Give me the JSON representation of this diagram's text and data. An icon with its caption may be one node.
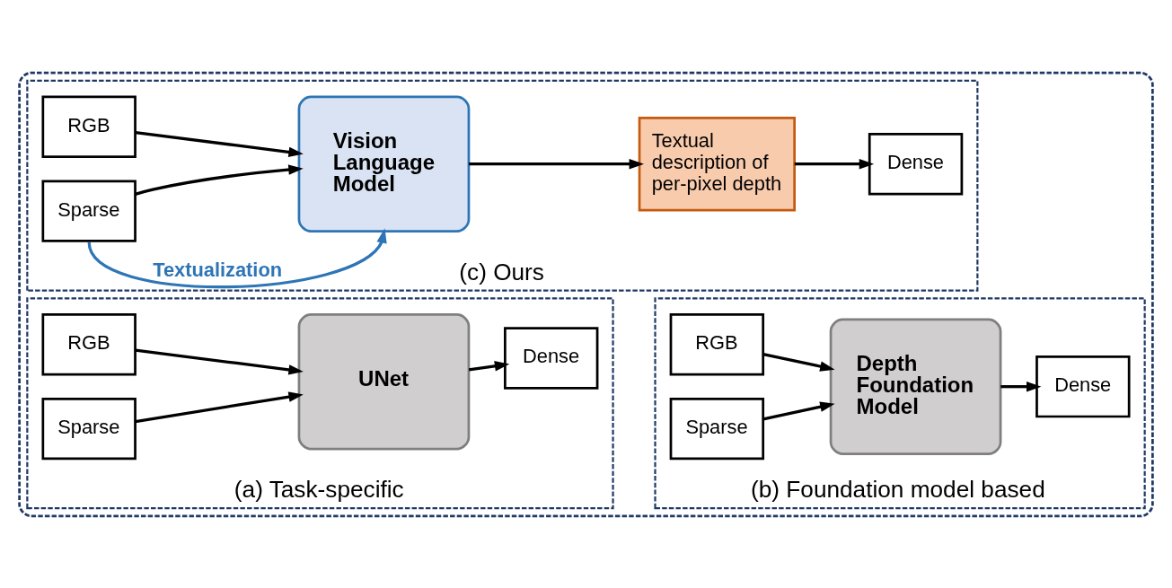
{
  "diagram": {
    "nodes": [
      {
        "text": [],
        "shape": "box"
      },
      {
        "text": [
          "(c) Ours"
        ],
        "in": 0
      },
      {
        "text": [
          "RGB"
        ],
        "in": 1
      },
      {
        "text": [
          "Sparse"
        ],
        "in": 1
      },
      {
        "text": [
          "Vision Language Model"
        ],
        "in": 1
      },
      {
        "text": [
          "Textual description of per-pixel depth"
        ],
        "in": 1
      },
      {
        "text": [
          "Dense"
        ],
        "in": 1
      },
      {
        "text": [
          "(a) Task-specific"
        ],
        "in": 0
      },
      {
        "text": [
          "RGB"
        ],
        "in": 7
      },
      {
        "text": [
          "Sparse"
        ],
        "in": 7
      },
      {
        "text": [
          "UNet"
        ],
        "in": 7
      },
      {
        "text": [
          "Dense"
        ],
        "in": 7
      },
      {
        "text": [
          "(b) Foundation model based"
        ],
        "in": 0
      },
      {
        "text": [
          "RGB"
        ],
        "in": 12
      },
      {
        "text": [
          "Sparse"
        ],
        "in": 12
      },
      {
        "text": [
          "Depth Foundation Model"
        ],
        "in": 12
      },
      {
        "text": [
          "Dense"
        ],
        "in": 12
      }
    ],
    "edges": [
      {
        "from": 2,
        "to": 4,
        "arrow": "to"
      },
      {
        "from": 3,
        "to": 4,
        "arrow": "to"
      },
      {
        "from": 3,
        "to": 4,
        "arrow": "to",
        "label": "Textualization",
        "color": "#2e75b6"
      },
      {
        "from": 4,
        "to": 5,
        "arrow": "to"
      },
      {
        "from": 5,
        "to": 6,
        "arrow": "to"
      },
      {
        "from": 8,
        "to": 10,
        "arrow": "to"
      },
      {
        "from": 9,
        "to": 10,
        "arrow": "to"
      },
      {
        "from": 10,
        "to": 11,
        "arrow": "to"
      },
      {
        "from": 13,
        "to": 15,
        "arrow": "to"
      },
      {
        "from": 14,
        "to": 15,
        "arrow": "to"
      },
      {
        "from": 15,
        "to": 16,
        "arrow": "to"
      }
    ]
  }
}
